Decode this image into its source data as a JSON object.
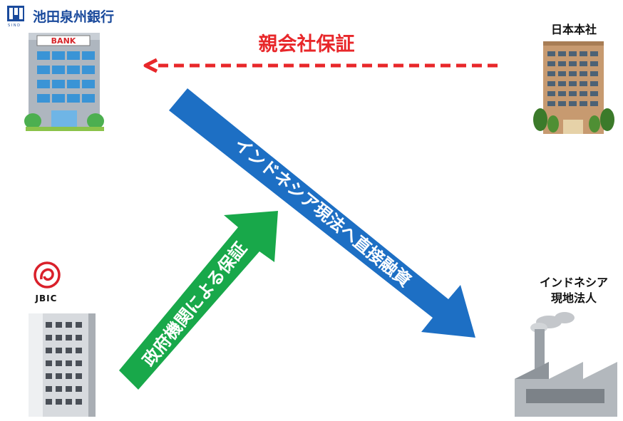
{
  "bank": {
    "logo_text": "池田泉州銀行",
    "building_sign": "BANK"
  },
  "parent_company": {
    "title": "日本本社"
  },
  "subsidiary": {
    "title_line1": "インドネシア",
    "title_line2": "現地法人"
  },
  "jbic": {
    "label": "JBIC"
  },
  "flows": {
    "parent_guarantee": "親会社保証",
    "direct_loan": "インドネシア現法へ直接融資",
    "government_guarantee": "政府機関による保証"
  },
  "colors": {
    "red_arrow": "#e8272a",
    "blue_arrow": "#1d6fc4",
    "green_arrow": "#18a84a",
    "bank_logo": "#1a4a9c"
  }
}
